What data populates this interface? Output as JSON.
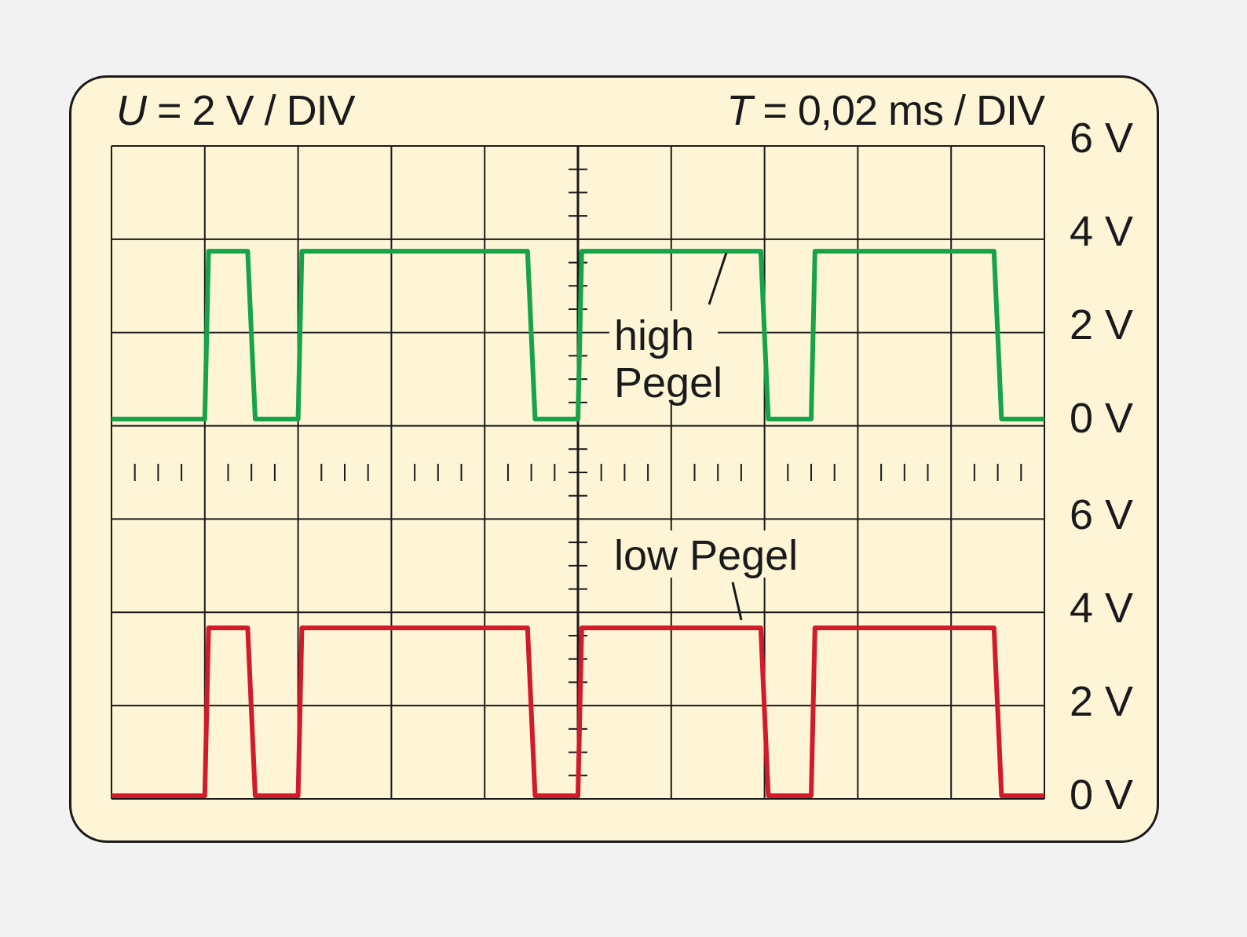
{
  "header": {
    "u_symbol": "U",
    "u_rest": " = 2 V / DIV",
    "t_symbol": "T",
    "t_rest": " = 0,02 ms / DIV"
  },
  "colors": {
    "background": "#f2f2f2",
    "screen": "#fdf5d6",
    "grid": "#1a1a1a",
    "high_trace": "#16a34a",
    "low_trace": "#d11a2a"
  },
  "annotations": {
    "high": [
      "high",
      "Pegel"
    ],
    "low": "low Pegel"
  },
  "chart_data": [
    {
      "type": "line",
      "title": "",
      "ylabel": "",
      "xlabel": "",
      "x_unit": "DIV",
      "ylim": [
        0,
        6
      ],
      "y_ticks": [
        "6 V",
        "4 V",
        "2 V",
        "0 V"
      ],
      "y_tick_values": [
        6,
        4,
        2,
        0
      ],
      "grid": true,
      "series": [
        {
          "color": "#16a34a",
          "x": [
            0,
            1.0,
            1.04,
            1.46,
            1.54,
            2.0,
            2.04,
            4.46,
            4.54,
            5.0,
            5.04,
            6.96,
            7.04,
            7.5,
            7.54,
            9.46,
            9.54,
            10.0
          ],
          "y": [
            0,
            0,
            3.6,
            3.6,
            0,
            0,
            3.6,
            3.6,
            0,
            0,
            3.6,
            3.6,
            0,
            0,
            3.6,
            3.6,
            0,
            0
          ]
        }
      ]
    },
    {
      "type": "line",
      "title": "",
      "ylabel": "",
      "xlabel": "",
      "x_unit": "DIV",
      "ylim": [
        0,
        6
      ],
      "y_ticks": [
        "6 V",
        "4 V",
        "2 V",
        "0 V"
      ],
      "y_tick_values": [
        6,
        4,
        2,
        0
      ],
      "grid": true,
      "series": [
        {
          "color": "#d11a2a",
          "x": [
            0,
            1.0,
            1.04,
            1.46,
            1.54,
            2.0,
            2.04,
            4.46,
            4.54,
            5.0,
            5.04,
            6.96,
            7.04,
            7.5,
            7.54,
            9.46,
            9.54,
            10.0
          ],
          "y": [
            0,
            0,
            3.6,
            3.6,
            0,
            0,
            3.6,
            3.6,
            0,
            0,
            3.6,
            3.6,
            0,
            0,
            3.6,
            3.6,
            0,
            0
          ]
        }
      ]
    }
  ]
}
